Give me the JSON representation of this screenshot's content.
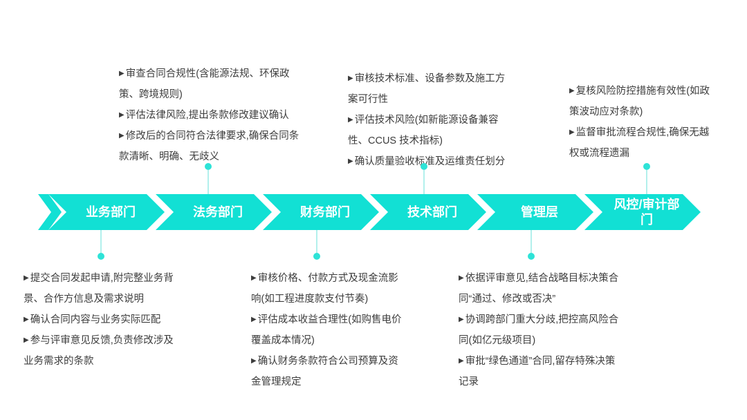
{
  "bullet_glyph": "▶",
  "palette": {
    "arrow": "#12e0d4",
    "connector_line": "#b2f0ec",
    "connector_dot": "#2ee3d7",
    "text": "#3d3d3d",
    "label_text": "#ffffff",
    "background": "#ffffff"
  },
  "stages": [
    {
      "label": "业务部门",
      "notes_position": "bottom",
      "notes": [
        "提交合同发起申请,附完整业务背景、合作方信息及需求说明",
        "确认合同内容与业务实际匹配",
        "参与评审意见反馈,负责修改涉及业务需求的条款"
      ]
    },
    {
      "label": "法务部门",
      "notes_position": "top",
      "notes": [
        "审查合同合规性(含能源法规、环保政策、跨境规则)",
        "评估法律风险,提出条款修改建议确认",
        "修改后的合同符合法律要求,确保合同条款清晰、明确、无歧义"
      ]
    },
    {
      "label": "财务部门",
      "notes_position": "bottom",
      "notes": [
        "审核价格、付款方式及现金流影响(如工程进度款支付节奏)",
        "评估成本收益合理性(如购售电价覆盖成本情况)",
        "确认财务条款符合公司预算及资金管理规定"
      ]
    },
    {
      "label": "技术部门",
      "notes_position": "top",
      "notes": [
        "审核技术标准、设备参数及施工方案可行性",
        "评估技术风险(如新能源设备兼容性、CCUS 技术指标)",
        "确认质量验收标准及运维责任划分"
      ]
    },
    {
      "label": "管理层",
      "notes_position": "bottom",
      "notes": [
        "依据评审意见,结合战略目标决策合同“通过、修改或否决”",
        "协调跨部门重大分歧,把控高风险合同(如亿元级项目)",
        "审批“绿色通道”合同,留存特殊决策记录"
      ]
    },
    {
      "label": "风控/审计部门",
      "notes_position": "top",
      "notes": [
        "复核风险防控措施有效性(如政策波动应对条款)",
        "监督审批流程合规性,确保无越权或流程遗漏"
      ]
    }
  ]
}
